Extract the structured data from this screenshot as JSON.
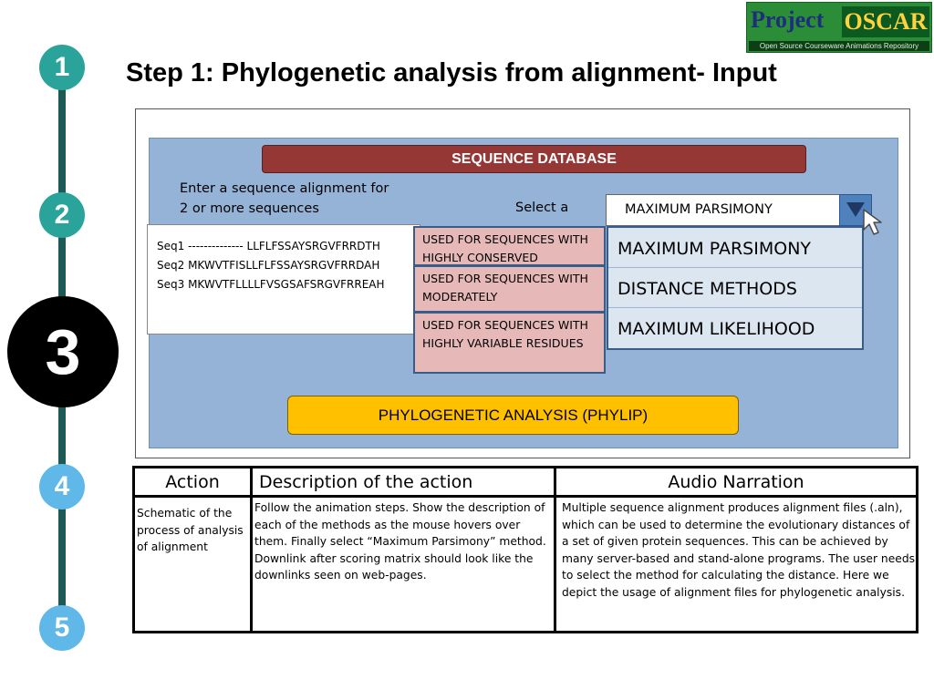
{
  "timeline": {
    "steps": [
      "1",
      "2",
      "3",
      "4",
      "5"
    ],
    "current": "3"
  },
  "logo": {
    "project": "Project",
    "oscar": "OSCAR",
    "tagline": "Open Source Courseware Animations Repository"
  },
  "title": "Step 1: Phylogenetic analysis from alignment- Input",
  "panel": {
    "header": "SEQUENCE DATABASE",
    "enter_label": "Enter a sequence alignment for 2 or more sequences",
    "select_label": "Select a",
    "sequences": [
      "Seq1  -------------- LLFLFSSAYSRGVFRRDTH",
      "Seq2  MKWVTFISLLFLFSSAYSRGVFRRDAH",
      "Seq3  MKWVTFLLLLFVSGSAFSRGVFRREAH"
    ],
    "method_select": {
      "value": "MAXIMUM PARSIMONY"
    },
    "options": [
      "MAXIMUM PARSIMONY",
      "DISTANCE METHODS",
      "MAXIMUM LIKELIHOOD"
    ],
    "tooltips": [
      "USED FOR SEQUENCES WITH HIGHLY CONSERVED",
      "USED FOR SEQUENCES WITH MODERATELY",
      "USED FOR SEQUENCES WITH HIGHLY VARIABLE RESIDUES"
    ],
    "run_button": "PHYLOGENETIC ANALYSIS (PHYLIP)"
  },
  "table": {
    "headers": [
      "Action",
      "Description of the action",
      "Audio Narration"
    ],
    "row": {
      "action": "Schematic of the process of analysis of alignment",
      "description": "Follow the animation steps. Show the description of each of the methods as the mouse hovers over them. Finally select “Maximum Parsimony” method. Downlink after scoring matrix should look like the downlinks seen on web-pages.",
      "narration": "Multiple sequence  alignment produces alignment files (.aln), which can be used to determine the evolutionary distances of a set of given protein sequences. This can be achieved by many server-based and stand-alone programs. The user needs to select the method for calculating the distance. Here we depict the usage of alignment files  for phylogenetic analysis."
    }
  },
  "colors": {
    "panel": "#95b3d7",
    "header": "#953735",
    "tooltip": "#e6b9b8",
    "run_button": "#ffc000",
    "timeline_done": "#2aa39a",
    "timeline_todo": "#5fb8e8"
  }
}
